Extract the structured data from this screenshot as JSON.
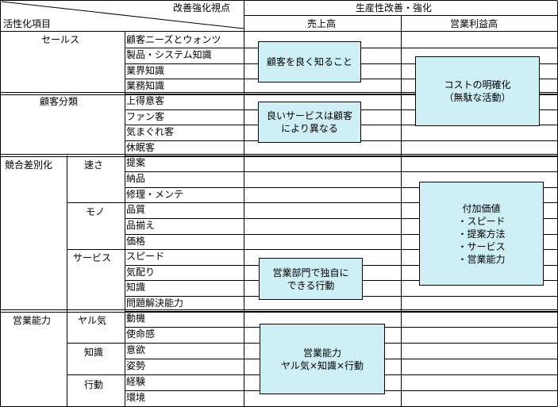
{
  "header": {
    "corner_top": "改善強化視点",
    "corner_bottom": "活性化項目",
    "group_title": "生産性改善・強化",
    "col_sales": "売上高",
    "col_profit": "営業利益高"
  },
  "level1": [
    "セールス",
    "顧客分類",
    "競合差別化",
    "営業能力"
  ],
  "level2": [
    "速さ",
    "モノ",
    "サービス",
    "ヤル気",
    "知識",
    "行動"
  ],
  "items": [
    "顧客ニーズとウォンツ",
    "製品・システム知識",
    "業界知識",
    "業務知識",
    "上得意客",
    "ファン客",
    "気まぐれ客",
    "休眠客",
    "提案",
    "納品",
    "修理・メンテ",
    "品質",
    "品揃え",
    "価格",
    "スピード",
    "気配り",
    "知識",
    "問題解決能力",
    "動機",
    "使命感",
    "意欲",
    "姿勢",
    "経験",
    "環境"
  ],
  "boxes": {
    "know_customer": "顧客を良く知ること",
    "good_service": "良いサービスは顧客\nにより異なる",
    "clarify_cost": "コストの明確化\n（無駄な活動）",
    "added_value": "付加価値\n・スピード\n・提案方法\n・サービス\n・営業能力",
    "dept_unique": "営業部門で独自に\nできる行動",
    "sales_ability": "営業能力\nヤル気×知識×行動"
  },
  "colors": {
    "box_fill": "#cfeff6",
    "line": "#000000"
  }
}
